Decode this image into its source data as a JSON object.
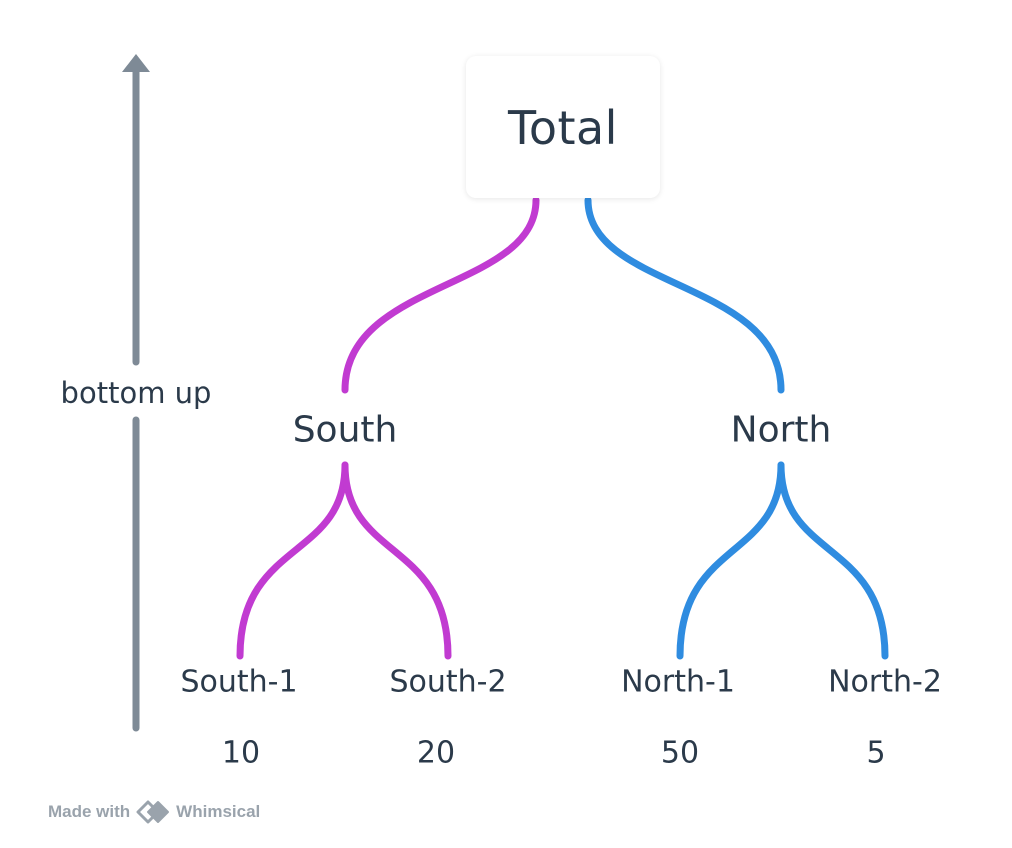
{
  "root": {
    "label": "Total"
  },
  "branches": [
    {
      "label": "South",
      "color": "#c13bd1",
      "children": [
        {
          "label": "South-1",
          "value": "10"
        },
        {
          "label": "South-2",
          "value": "20"
        }
      ]
    },
    {
      "label": "North",
      "color": "#2f8ce0",
      "children": [
        {
          "label": "North-1",
          "value": "50"
        },
        {
          "label": "North-2",
          "value": "5"
        }
      ]
    }
  ],
  "axis": {
    "label": "bottom up",
    "color": "#7e8a96",
    "direction": "up"
  },
  "footer": {
    "made_with": "Made with",
    "brand": "Whimsical"
  }
}
